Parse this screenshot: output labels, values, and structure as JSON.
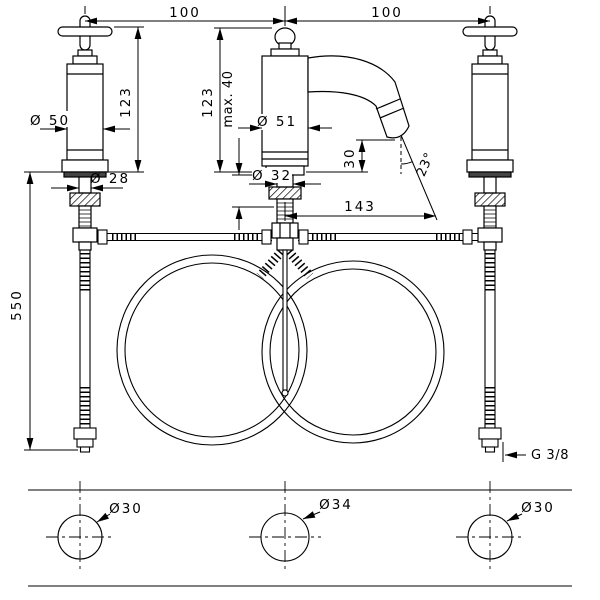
{
  "drawing": {
    "background": "#ffffff",
    "line_color": "#000000"
  },
  "dims": {
    "spacing_left": "100",
    "spacing_right": "100",
    "handle_height": "123",
    "spout_height": "123",
    "max_mounting_depth": "max. 40",
    "handle_diameter": "Ø 50",
    "spout_diameter": "Ø 51",
    "valve_shank_diameter": "Ø 28",
    "spout_shank_diameter": "Ø 32",
    "outlet_height": "30",
    "outlet_angle": "23°",
    "spout_reach": "143",
    "hose_length": "550",
    "connection_thread": "G 3/8"
  },
  "deck_holes": {
    "left": "Ø30",
    "middle": "Ø34",
    "right": "Ø30"
  }
}
